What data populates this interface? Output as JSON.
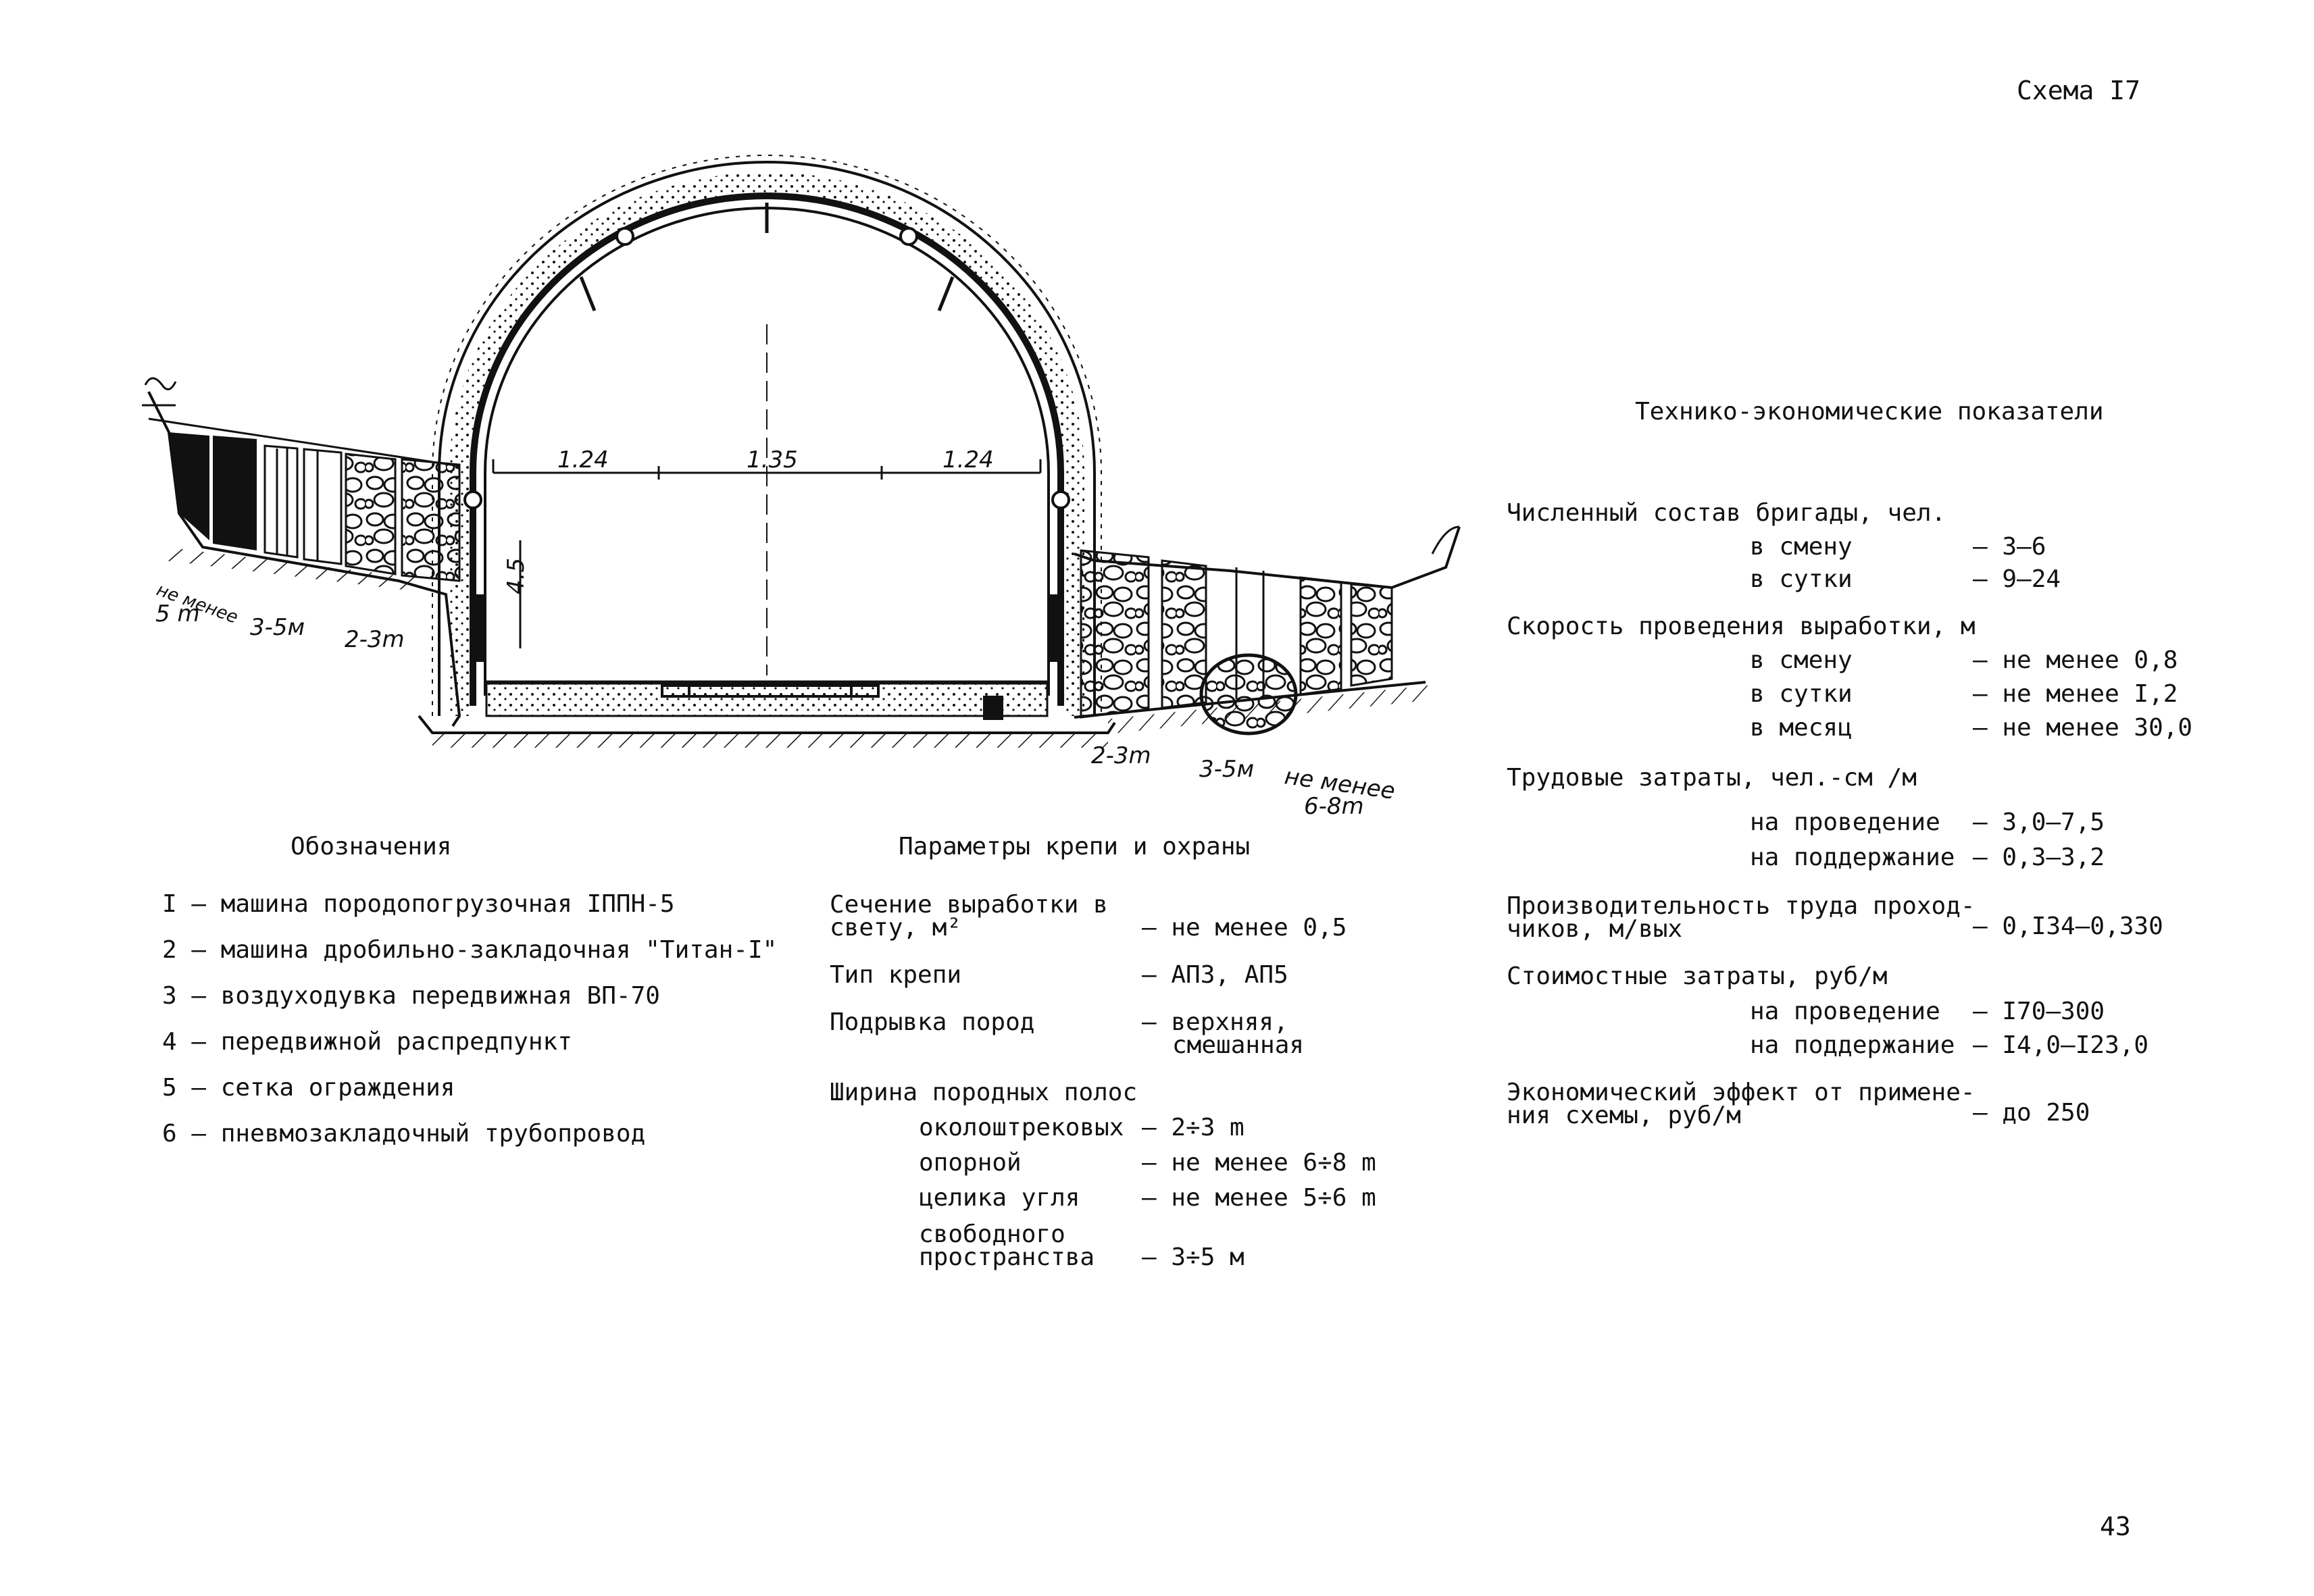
{
  "scheme_label": "Схема I7",
  "page_number": "43",
  "diagram": {
    "dims_inner": [
      "1.24",
      "1.35",
      "1.24"
    ],
    "height_dim": "4.5",
    "left_dims": [
      "не менее",
      "5 m",
      "3-5м",
      "2-3m"
    ],
    "right_dims": [
      "2-3m",
      "3-5м",
      "не менее",
      "6-8m"
    ]
  },
  "legend": {
    "title": "Обозначения",
    "items": [
      "I – машина породопогрузочная IППН-5",
      "2 – машина дробильно-закладочная \"Титан-I\"",
      "3 – воздуходувка передвижная ВП-70",
      "4 – передвижной распредпункт",
      "5 – сетка ограждения",
      "6 – пневмозакладочный трубопровод"
    ]
  },
  "params": {
    "title": "Параметры крепи и охраны",
    "section_label_1": "Сечение выработки в",
    "section_label_2": "свету, м²",
    "section_value": "– не менее 0,5",
    "support_label": "Тип крепи",
    "support_value": "– АП3, АП5",
    "blasting_label": "Подрывка пород",
    "blasting_value_1": "– верхняя,",
    "blasting_value_2": "смешанная",
    "width_label": "Ширина породных полос",
    "rows": [
      {
        "label": "околоштрековых",
        "value": "– 2÷3 m"
      },
      {
        "label": "опорной",
        "value": "– не менее 6÷8 m"
      },
      {
        "label": "целика угля",
        "value": "– не менее 5÷6 m"
      }
    ],
    "free_label_1": "свободного",
    "free_label_2": "пространства",
    "free_value": "– 3÷5 м"
  },
  "indicators": {
    "title": "Технико-экономические показатели",
    "crew_label": "Численный состав бригады, чел.",
    "crew_shift_label": "в смену",
    "crew_shift_value": "– 3–6",
    "crew_day_label": "в сутки",
    "crew_day_value": "– 9–24",
    "speed_label": "Скорость проведения выработки, м",
    "speed_shift_label": "в смену",
    "speed_shift_value": "– не менее 0,8",
    "speed_day_label": "в сутки",
    "speed_day_value": "– не менее I,2",
    "speed_month_label": "в месяц",
    "speed_month_value": "– не менее 30,0",
    "labor_label": "Трудовые затраты, чел.-см /м",
    "labor_drive_label": "на проведение",
    "labor_drive_value": "– 3,0–7,5",
    "labor_maint_label": "на поддержание",
    "labor_maint_value": "– 0,3–3,2",
    "prod_label_1": "Производительность труда проход-",
    "prod_label_2": "чиков, м/вых",
    "prod_value": "– 0,I34–0,330",
    "cost_label": "Стоимостные затраты, руб/м",
    "cost_drive_label": "на проведение",
    "cost_drive_value": "– I70–300",
    "cost_maint_label": "на поддержание",
    "cost_maint_value": "– I4,0–I23,0",
    "effect_label_1": "Экономический эффект от примене-",
    "effect_label_2": "ния схемы, руб/м",
    "effect_value": "– до 250"
  }
}
